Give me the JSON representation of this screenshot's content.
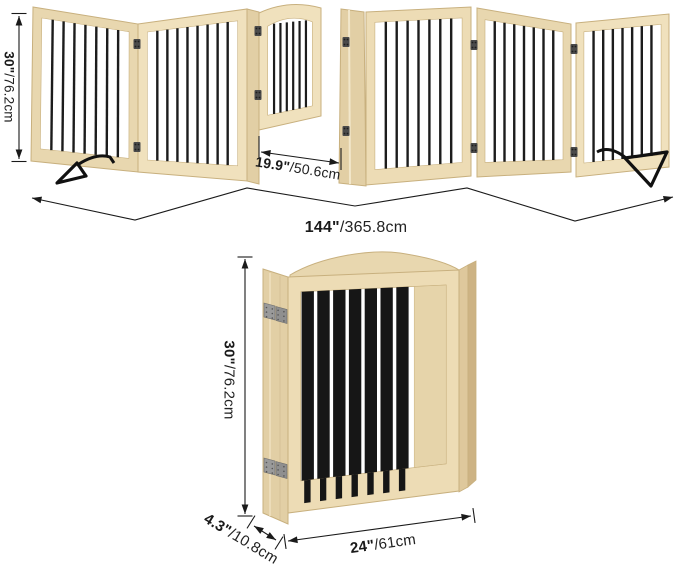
{
  "canvas": {
    "background": "#ffffff"
  },
  "colors": {
    "wood": "#EDDCB5",
    "wood_light": "#F0E1BD",
    "wood_mid": "#E8D7AF",
    "wood_side": "#E2CFA5",
    "wood_edge": "#C8B07E",
    "wood_dark_strip": "#CDB384",
    "bars": "#1C1C1C",
    "dimension_lines": "#1A1A1A",
    "hinge": "#4A4A4A"
  },
  "expanded_view": {
    "height_label": {
      "imperial": "30\"",
      "metric": "/76.2cm"
    },
    "door_width_label": {
      "imperial": "19.9\"",
      "metric": "/50.6cm"
    },
    "total_width_label": {
      "imperial": "144\"",
      "metric": "/365.8cm"
    }
  },
  "folded_panel_view": {
    "height_label": {
      "imperial": "30\"",
      "metric": "/76.2cm"
    },
    "depth_label": {
      "imperial": "4.3\"",
      "metric": "/10.8cm"
    },
    "width_label": {
      "imperial": "24\"",
      "metric": "/61cm"
    }
  }
}
